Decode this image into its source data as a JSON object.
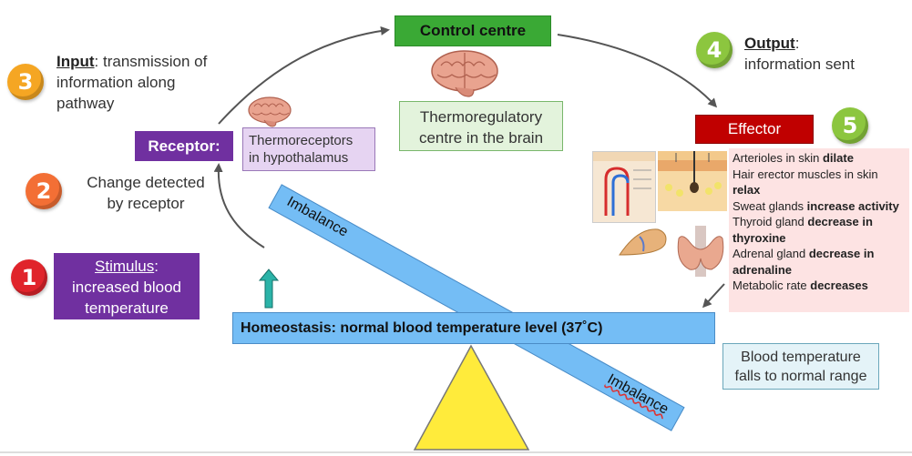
{
  "control_centre": {
    "label": "Control centre",
    "description": "Thermoregulatory centre in the brain"
  },
  "input": {
    "number": "3",
    "title": "Input",
    "text_rest": ": transmission of",
    "line2": "information along",
    "line3": "pathway"
  },
  "output": {
    "number": "4",
    "title": "Output",
    "colon": ":",
    "line2": "information sent"
  },
  "receptor": {
    "label": "Receptor:",
    "description_line1": "Thermoreceptors",
    "description_line2": "in hypothalamus"
  },
  "change": {
    "number": "2",
    "line1": "Change detected",
    "line2": "by receptor"
  },
  "stimulus": {
    "number": "1",
    "title": "Stimulus",
    "colon": ":",
    "line2": "increased blood",
    "line3": "temperature"
  },
  "effector": {
    "number": "5",
    "label": "Effector",
    "responses": [
      {
        "text": "Arterioles in skin ",
        "bold": "dilate"
      },
      {
        "text": "Hair erector muscles in skin ",
        "bold": "relax"
      },
      {
        "text": "Sweat glands ",
        "bold": "increase activity"
      },
      {
        "text": "Thyroid gland ",
        "bold": "decrease in thyroxine"
      },
      {
        "text": "Adrenal gland ",
        "bold": "decrease in adrenaline"
      },
      {
        "text": "Metabolic rate ",
        "bold": "decreases"
      }
    ]
  },
  "homeostasis": {
    "label": "Homeostasis: normal blood temperature level (37˚C)"
  },
  "imbalance_top": "Imbalance",
  "imbalance_bottom": "Imbalance",
  "result": {
    "line1": "Blood temperature",
    "line2": "falls to normal range"
  },
  "colors": {
    "purple": "#7030a0",
    "green": "#3aa935",
    "red": "#c00000",
    "bar_blue": "#74bdf5",
    "fulcrum": "#ffeb3b",
    "teal_arrow": "#2bb3a8"
  }
}
